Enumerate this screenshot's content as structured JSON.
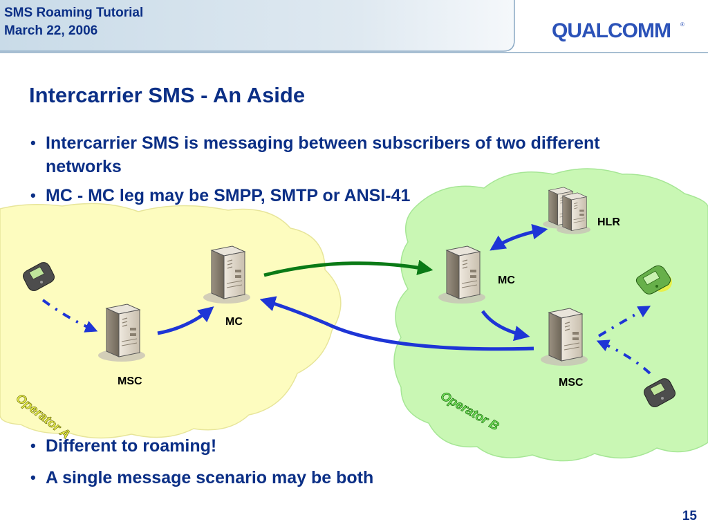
{
  "header": {
    "title_line1": "SMS Roaming Tutorial",
    "title_line2": "March 22, 2006",
    "logo_text": "QUALCOMM"
  },
  "slide": {
    "title": "Intercarrier SMS - An Aside",
    "bullets_top": [
      "Intercarrier SMS is messaging between subscribers of two different networks",
      "MC - MC leg may be SMPP, SMTP or ANSI-41"
    ],
    "bullets_bottom": [
      "Different to roaming!",
      "A single message scenario may be both"
    ],
    "page_number": "15"
  },
  "diagram": {
    "operator_a_label": "Operator A",
    "operator_b_label": "Operator B",
    "labels": {
      "msc_a": "MSC",
      "mc_a": "MC",
      "mc_b": "MC",
      "hlr": "HLR",
      "msc_b": "MSC"
    },
    "colors": {
      "cloud_a": "#fdfcbf",
      "cloud_b": "#c9f7b4",
      "arrow_blue": "#1e35d6",
      "arrow_green": "#0a7a16",
      "text_blue": "#0b2f86"
    }
  }
}
